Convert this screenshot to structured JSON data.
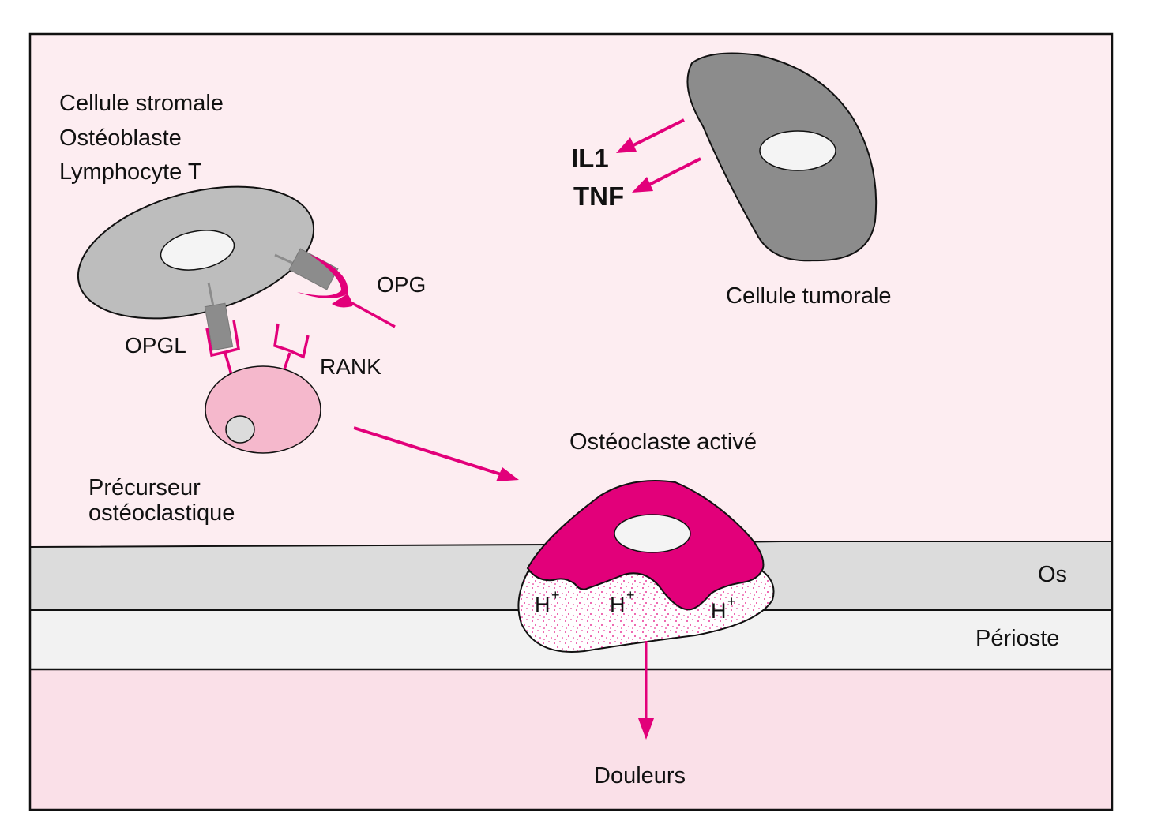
{
  "colors": {
    "background_upper": "#fdedf1",
    "bone_layer": "#dcdcdc",
    "periosteum_layer": "#f2f2f2",
    "lower_tissue": "#fae0e8",
    "magenta": "#e2007a",
    "stromal_cell": "#bdbdbd",
    "tumor_cell": "#8c8c8c",
    "nucleus": "#f4f4f4",
    "precursor_cell": "#f5b8cc",
    "receptor_gray": "#8c8c8c",
    "outline": "#111111"
  },
  "labels": {
    "stromal_cell_types": [
      "Cellule stromale",
      "Ostéoblaste",
      "Lymphocyte T"
    ],
    "opg": "OPG",
    "opgl": "OPGL",
    "rank": "RANK",
    "precursor": [
      "Précurseur",
      "ostéoclastique"
    ],
    "tumor_cell": "Cellule tumorale",
    "cytokines": [
      "IL1",
      "TNF"
    ],
    "activated_osteoclast": "Ostéoclaste activé",
    "protons": [
      "H+",
      "H+",
      "H+"
    ],
    "proton_base": "H",
    "proton_charge": "+",
    "bone": "Os",
    "periosteum": "Périoste",
    "pain": "Douleurs"
  }
}
